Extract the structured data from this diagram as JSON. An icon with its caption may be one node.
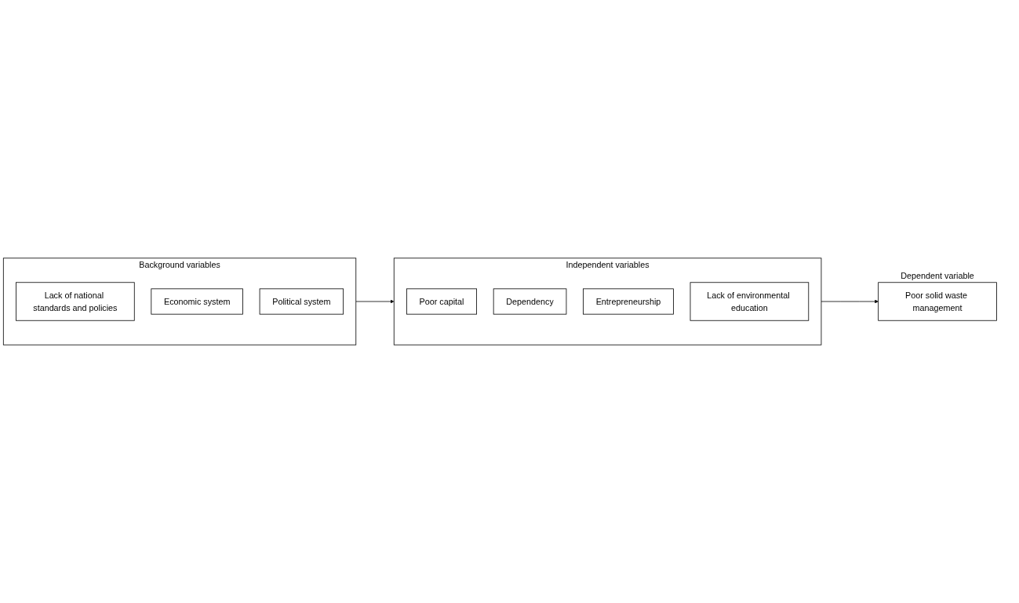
{
  "diagram": {
    "nodes": [
      {
        "text": [
          "Background variables"
        ]
      },
      {
        "text": [
          "Lack of national standards and policies"
        ],
        "in": 0
      },
      {
        "text": [
          "Economic system"
        ],
        "in": 0
      },
      {
        "text": [
          "Political system"
        ],
        "in": 0
      },
      {
        "text": [
          "Independent variables"
        ]
      },
      {
        "text": [
          "Poor capital"
        ],
        "in": 4
      },
      {
        "text": [
          "Dependency"
        ],
        "in": 4
      },
      {
        "text": [
          "Entrepreneurship"
        ],
        "in": 4
      },
      {
        "text": [
          "Lack of environmental education"
        ],
        "in": 4
      },
      {
        "text": [
          "Poor solid waste management"
        ],
        "beside": [
          "Dependent variable"
        ]
      }
    ],
    "edges": [
      {
        "from": 0,
        "to": 4,
        "arrow": "to"
      },
      {
        "from": 4,
        "to": 9,
        "arrow": "to"
      }
    ]
  }
}
